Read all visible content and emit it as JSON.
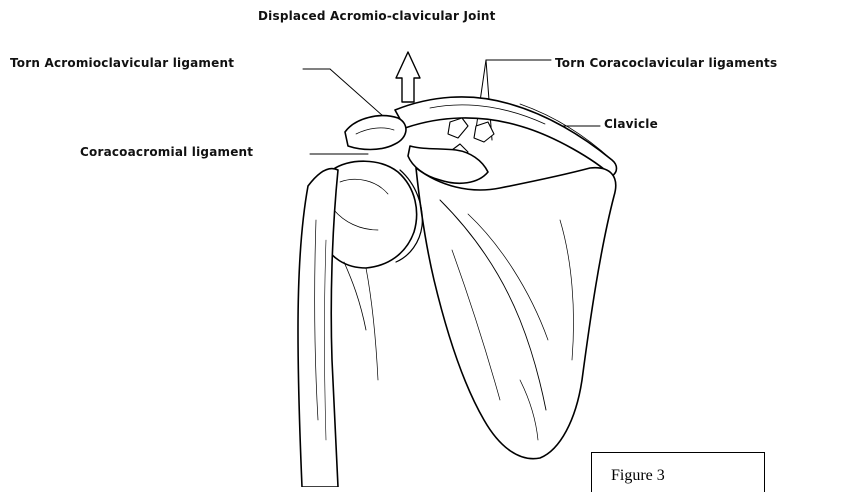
{
  "title": "Displaced Acromio-clavicular Joint",
  "labels": {
    "torn_ac": "Torn Acromioclavicular ligament",
    "torn_cc": "Torn Coracoclavicular ligaments",
    "clavicle": "Clavicle",
    "coracoacromial": "Coracoacromial ligament"
  },
  "caption": "Figure 3",
  "arrow_icon": "up-arrow-icon"
}
